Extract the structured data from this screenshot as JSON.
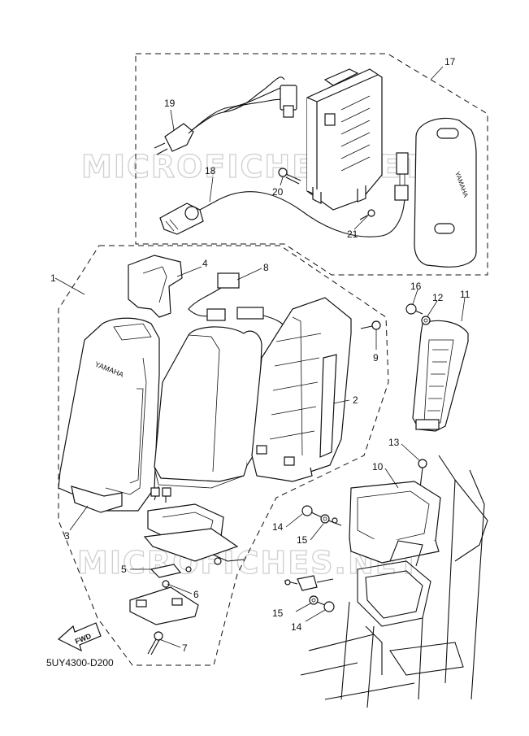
{
  "diagram_code": "5UY4300-D200",
  "fwd_label": "FWD",
  "brand_label": "YAMAHA",
  "watermark": "MICROFICHES.NET",
  "callouts": [
    "1",
    "2",
    "3",
    "4",
    "5",
    "6",
    "7",
    "8",
    "9",
    "10",
    "11",
    "12",
    "13",
    "14",
    "15",
    "16",
    "17",
    "18",
    "19",
    "20",
    "21",
    "14",
    "15"
  ]
}
